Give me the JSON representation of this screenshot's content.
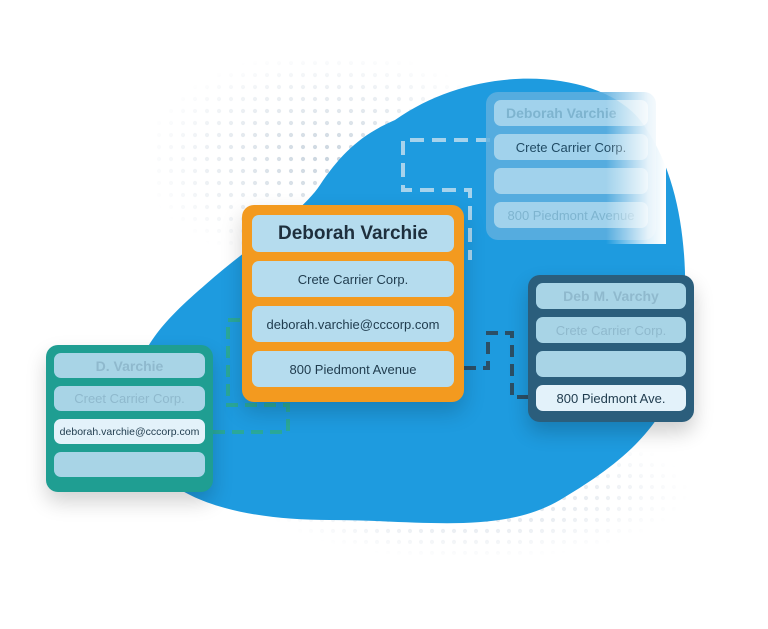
{
  "colors": {
    "blob": "#1e9bdf",
    "main_card": "#f39a1f",
    "teal_card": "#1f9e92",
    "navy_card": "#2b5e7c",
    "faded_card": "#5fb0e0",
    "field": "#a8d4e6",
    "field_highlight": "#e3f2fa",
    "connector_teal": "#2aa89a",
    "connector_navy": "#2b4f66",
    "connector_light": "#a7d3ec"
  },
  "main_record": {
    "name": "Deborah Varchie",
    "company": "Crete Carrier Corp.",
    "email": "deborah.varchie@cccorp.com",
    "address": "800 Piedmont Avenue"
  },
  "teal_record": {
    "name": "D. Varchie",
    "company": "Creet Carrier Corp.",
    "email": "deborah.varchie@cccorp.com",
    "address": ""
  },
  "navy_record": {
    "name": "Deb M. Varchy",
    "company": "Crete Carrier Corp.",
    "email": "",
    "address": "800 Piedmont Ave."
  },
  "faded_record": {
    "name": "Deborah Varchie",
    "company": "Crete Carrier Corp.",
    "email": "",
    "address": "800 Piedmont Avenue"
  }
}
